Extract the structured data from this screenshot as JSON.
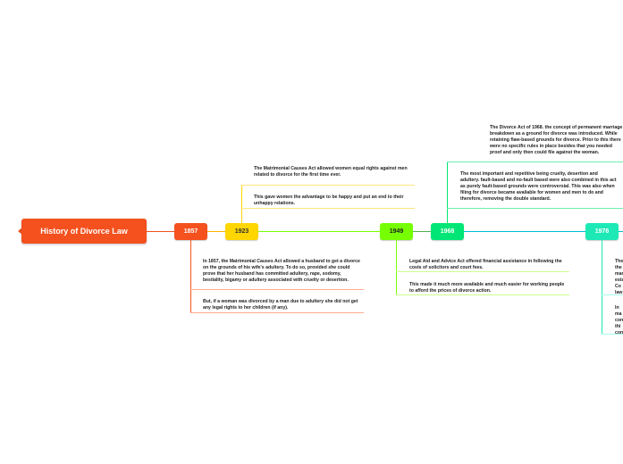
{
  "root": {
    "title": "History of Divorce Law"
  },
  "years": {
    "y1857": "1857",
    "y1923": "1923",
    "y1949": "1949",
    "y1968": "1968",
    "y1976": "1976"
  },
  "notes": {
    "n1857a": "In 1857, the Matrimonial Causes Act allowed a husband to get a divorce on the grounds of his wife's adultery. To do so, provided she could prove that her husband has committed adultery, rape, sodomy, bestiality, bigamy or adultery associated with cruelty or desertion.",
    "n1857b": "But, if a woman was divorced by a man due to adultery she did not get any legal rights to her children (if any).",
    "n1923a": "The Matrimonial Causes Act allowed women equal rights against men related to divorce for the first time ever.",
    "n1923b": "This gave women the advantage to be happy and put an end to their unhappy relations.",
    "n1949a": "Legal Aid and Advice Act offered financial assistance in following the costs of solicitors and court fees.",
    "n1949b": "This made it much more available and much easier for working people to afford the prices of divorce action.",
    "n1968a": "The Divorce Act of 1968. the concept of permanent marriage breakdown as a ground for divorce was introduced. While retaining flaw-based grounds for divorce. Prior to this there were no specific rules in place besides that you needed proof and only then could file against the woman.",
    "n1968b": "The most important and repetitive being cruelty, desertion and adultery. fault-based and no-fault based were also combined in this act as purely fault-based grounds were controversial. This was also when filing for divorce became available for women and men to do and therefore, removing the double standard.",
    "n1976a": "The\nthe\nmar\nesta\nCo\nlaw",
    "n1976b": "In\nma\ncon\nthi\ncon"
  },
  "colors": {
    "root": "#f4511e",
    "y1857": "#f4511e",
    "y1923": "#ffd600",
    "y1949": "#76ff03",
    "y1968": "#00e676",
    "y1976": "#1de9b6"
  }
}
